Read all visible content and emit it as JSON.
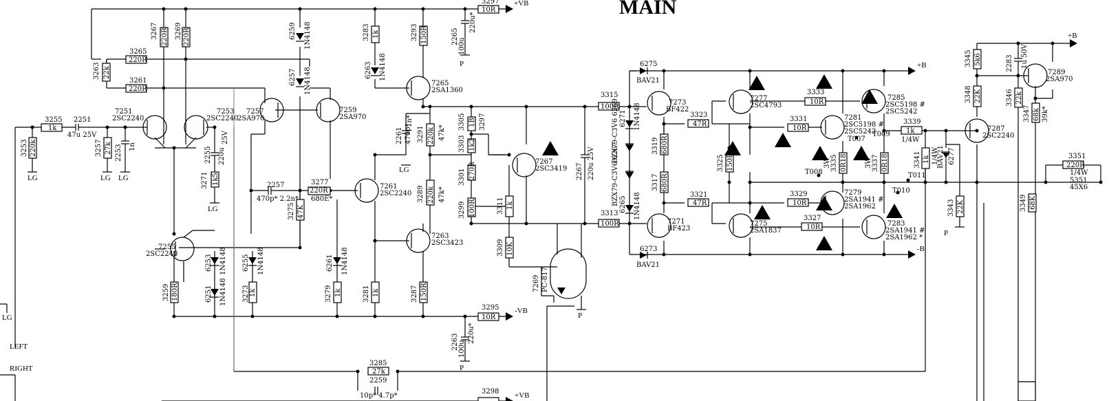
{
  "title": "MAIN",
  "rails": {
    "pos_b": "+B",
    "neg_b": "-B",
    "pos_vb": "+VB",
    "neg_vb": "-VB",
    "lg": "LG",
    "p": "P"
  },
  "channels": {
    "left": "LEFT",
    "right": "RIGHT"
  },
  "labels": {
    "r3263": "3263",
    "r3263v": "22k",
    "r3265": "3265",
    "r3265v": "220R",
    "r3261": "3261",
    "r3261v": "220R",
    "r3267": "3267",
    "r3267v": "220R",
    "r3269": "3269",
    "r3269v": "220R",
    "d6259": "6259",
    "d6259v": "1N4148",
    "d6257": "6257",
    "d6257v": "1N4148",
    "r3283": "3283",
    "r3283v": "1k",
    "d6263": "6263",
    "d6263v": "1N4148",
    "r3293": "3293",
    "r3293v": "150R",
    "c2265": "2265",
    "c2265v": "100u",
    "c2265b": "220u*",
    "r3297": "3297",
    "r3297v": "10R",
    "q7251": "7251",
    "q7251v": "2SC2240",
    "q7253": "7253",
    "q7253v": "2SC2240",
    "q7257": "7257",
    "q7257v": "2SA970",
    "q7259": "7259",
    "q7259v": "2SA970",
    "q7265": "7265",
    "q7265v": "2SA1360",
    "r3255": "3255",
    "r3255v": "1k",
    "c2251": "2251",
    "c2251v": "47u 25V",
    "r3253": "3253",
    "r3253v": "220k",
    "r3257": "3257",
    "r3257v": "27k",
    "c2253": "2253",
    "c2253v": "1n",
    "c2255": "2255",
    "c2255v": "220u",
    "c2255b": "25V",
    "r3271": "3271",
    "r3271v": "1k5",
    "c2257": "2257",
    "c2257v": "470p* 2.2n*",
    "r3277": "3277",
    "r3277v": "220R",
    "r3277b": "680E*",
    "r3275": "3275",
    "r3275v": "47K",
    "q7261": "7261",
    "q7261v": "2SC2240",
    "c2261": "2261",
    "c2261v": "470p*",
    "c2261b": "1n*",
    "r3291": "3291",
    "r3291v": "220k",
    "r3291b": "47k*",
    "r3289": "3289",
    "r3289v": "220k",
    "r3289b": "47k*",
    "r3305": "3305",
    "r3305v": "1B",
    "r3303": "3303",
    "r3303v": "1k2",
    "r3301": "3301",
    "r3301v": "270R",
    "r3299": "3299",
    "r3299v": "100R",
    "r3311": "3311",
    "r3311v": "1k",
    "r3309": "3309",
    "r3309v": "10K",
    "q7267": "7267",
    "q7267v": "2SC3419",
    "q7263": "7263",
    "q7263v": "2SC3423",
    "q7255": "7255",
    "q7255v": "2SC2240",
    "d6253": "6253",
    "d6253v": "1N4148",
    "d6251": "6251",
    "d6251v": "1N4148",
    "d6255": "6255",
    "d6255v": "1N4148",
    "d6261": "6261",
    "d6261v": "1N4148",
    "r3259": "3259",
    "r3259v": "180R",
    "r3273": "3273",
    "r3273v": "1k",
    "r3279": "3279",
    "r3279v": "1k",
    "r3281": "3281",
    "r3281v": "1k",
    "r3287": "3287",
    "r3287v": "150R",
    "r3295": "3295",
    "r3295v": "10R",
    "c2263": "2263",
    "c2263v": "100u",
    "c2263b": "220u*",
    "r3285": "3285",
    "r3285v": "27k",
    "c2259": "2259",
    "c2259v": "10p* 4.7p*",
    "r3298": "3298",
    "r3298v": "10R",
    "c2267": "2267",
    "c2267v": "220u 25V",
    "oc7269": "7269",
    "oc7269v": "PC-817",
    "r3315": "3315",
    "r3315v": "100R",
    "r3313": "3313",
    "r3313v": "100R",
    "d6271": "6271",
    "d6271v": "1N4148",
    "d6269": "BZX79-C3V6 6269",
    "d6267": "BZX79-C3V6 6267",
    "d6265": "6265",
    "d6265v": "1N4148",
    "d6275": "6275",
    "d6275v": "BAV21",
    "d6273": "6273",
    "d6273v": "BAV21",
    "q7273": "7273",
    "q7273v": "BF422",
    "q7271": "7271",
    "q7271v": "BF423",
    "r3319": "3319",
    "r3319v": "680R",
    "r3317": "3317",
    "r3317v": "680R",
    "r3323": "3323",
    "r3323v": "47R",
    "r3321": "3321",
    "r3321v": "47R",
    "q7277": "7277",
    "q7277v": "2SC4793",
    "q7275": "7275",
    "q7275v": "2SA1837",
    "r3325": "3325",
    "r3325v": "150R",
    "r3333": "3333",
    "r3333v": "10R",
    "r3331": "3331",
    "r3331v": "10R",
    "r3329": "3329",
    "r3329v": "10R",
    "r3327": "3327",
    "r3327v": "10R",
    "q7281": "7281",
    "q7281v": "2SC5198 #",
    "q7281b": "2SC5242",
    "q7279": "7279",
    "q7279v": "2SA1941 #",
    "q7279b": "2SA1962",
    "q7285": "7285",
    "q7285v": "2SC5198 #",
    "q7285b": "2SC5242",
    "q7283": "7283",
    "q7283v": "2SA1941 #",
    "q7283b": "2SA1962 *",
    "r3335": "3335",
    "r3335v": "0R18",
    "r3335b": "3W",
    "r3337": "3337",
    "r3337v": "0R18",
    "r3337b": "3W",
    "t007": "T007",
    "t008": "T008",
    "t009": "T009",
    "t010": "T010",
    "t011": "T011",
    "r3339": "3339",
    "r3339v": "1k",
    "r3339b": "1/4W",
    "r3341": "3341",
    "r3341v": "1k",
    "r3341b": "1/4W",
    "d6277": "6277",
    "d6277v": "BAV21",
    "q7287": "7287",
    "q7287v": "2SC2240",
    "q7289": "7289",
    "q7289v": "2SA970",
    "r3345": "3345",
    "r3345v": "5k6",
    "c2283": "2283",
    "c2283v": "1u 50V",
    "r3348": "3348",
    "r3348v": "22K",
    "r3346": "3346",
    "r3346v": "22k",
    "r3347": "3347",
    "r3347v": "68k",
    "r3347b": "39k*",
    "r3343": "3343",
    "r3343v": "22K",
    "r3349": "3349",
    "r3349v": "68K",
    "r3351": "3351",
    "r3351v": "220R",
    "r3351b": "1/4W",
    "l5351": "5351",
    "l5351v": "45X6"
  }
}
